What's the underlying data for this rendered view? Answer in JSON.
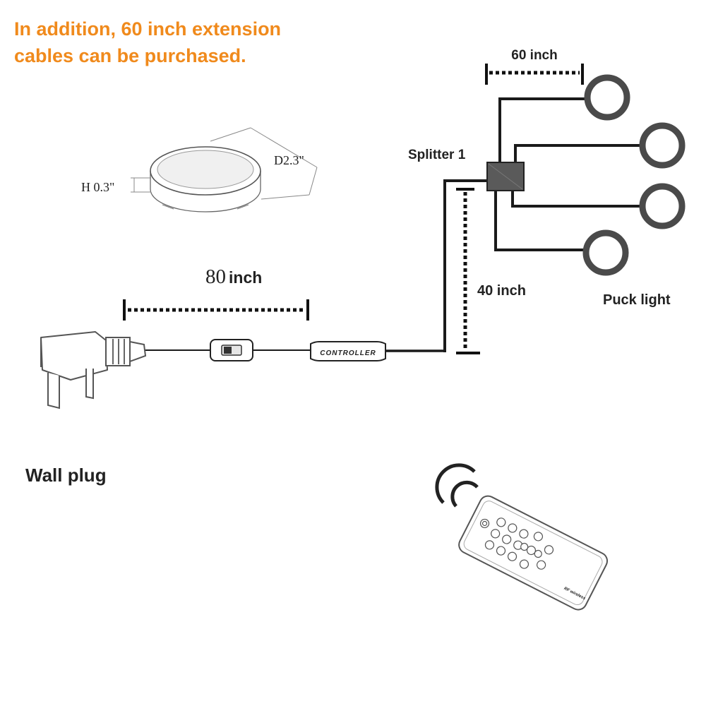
{
  "note": {
    "line1": "In addition, 60 inch extension",
    "line2": "cables can be purchased.",
    "color": "#f08a1c"
  },
  "puck_dims": {
    "diameter": "D2.3\"",
    "height": "H 0.3\""
  },
  "cable_main": {
    "number": "80",
    "unit": "inch"
  },
  "controller_label": "CONTROLLER",
  "cable_branch": "60 inch",
  "cable_vertical": "40 inch",
  "splitter_label": "Splitter 1",
  "puck_label": "Puck light",
  "plug_label": "Wall plug",
  "remote_caption": "RF wireless",
  "icons": [
    "puck-light-icon",
    "wall-plug-icon",
    "inline-switch-icon",
    "controller-icon",
    "splitter-icon",
    "remote-control-icon",
    "wireless-signal-icon"
  ]
}
